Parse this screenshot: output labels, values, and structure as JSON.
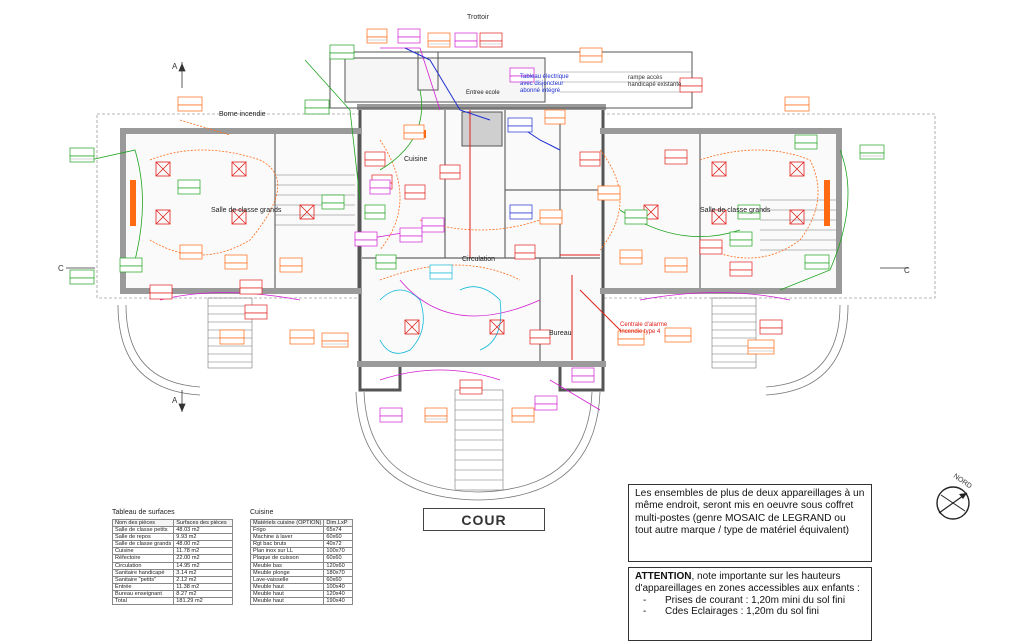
{
  "plan": {
    "street_label": "Trottoir",
    "courtyard_label": "COUR",
    "section_marks": {
      "a": "A",
      "c": "C"
    },
    "north_label": "NORD",
    "rooms": {
      "left_hall": "Salle de classe grands",
      "right_hall": "Salle de classe grands",
      "kitchen": "Cuisine",
      "circulation": "Circulation",
      "office": "Bureau",
      "entrance": "Entree ecole",
      "fire_zone": "Borne incendie"
    },
    "annotations": {
      "ramp": "rampe accès handicapé existante",
      "panel": "Tableau électrique avec disjoncteur abonné intégré",
      "box": "Centrale d'alarme incendie type 4"
    },
    "tag_colors": {
      "orange": "#ff6a13",
      "red": "#e0201b",
      "green": "#1fa31f",
      "magenta": "#d21ed2",
      "blue": "#1f2fd0",
      "cyan": "#14b8d8"
    }
  },
  "surfaces_table": {
    "title": "Tableau de surfaces",
    "headers": [
      "Nom des pièces",
      "Surfaces des pièces"
    ],
    "rows": [
      [
        "Salle de classe petits",
        "48.03 m2"
      ],
      [
        "Salle de repos",
        "9.93 m2"
      ],
      [
        "Salle de classe grands",
        "48.00 m2"
      ],
      [
        "Cuisine",
        "11.78 m2"
      ],
      [
        "Réfectoire",
        "22.00 m2"
      ],
      [
        "Circulation",
        "14.95 m2"
      ],
      [
        "Sanitaire handicapé",
        "3.14 m2"
      ],
      [
        "Sanitaire \"petits\"",
        "2.12 m2"
      ],
      [
        "Entrée",
        "11.38 m2"
      ],
      [
        "Bureau enseignant",
        "8.27 m2"
      ],
      [
        "Total",
        "181.29 m2"
      ]
    ]
  },
  "kitchen_table": {
    "title": "Cuisine",
    "headers": [
      "Matériels cuisine (OPTION)",
      "Dim.LxP"
    ],
    "rows": [
      [
        "Frigo",
        "65x74"
      ],
      [
        "Machine à laver",
        "60x60"
      ],
      [
        "Rgt bac bruts",
        "40x72"
      ],
      [
        "Plan inox sur LL",
        "100x70"
      ],
      [
        "Plaque de cuisson",
        "60x60"
      ],
      [
        "Meuble bas",
        "120x60"
      ],
      [
        "Meuble plonge",
        "180x70"
      ],
      [
        "Lave-vaisselle",
        "60x60"
      ],
      [
        "Meuble haut",
        "100x40"
      ],
      [
        "Meuble haut",
        "120x40"
      ],
      [
        "Meuble haut",
        "190x40"
      ]
    ]
  },
  "notes": {
    "note1": "Les ensembles de plus de deux appareillages à un même endroit, seront mis en oeuvre sous coffret multi-postes (genre MOSAIC de LEGRAND ou tout autre marque / type de matériel équivalent)",
    "note2_title": "ATTENTION",
    "note2_body": ", note importante sur les hauteurs d'appareillages en zones accessibles aux enfants :",
    "items": [
      {
        "dash": "-",
        "label": "Prises de courant : 1,20m mini du sol fini"
      },
      {
        "dash": "-",
        "label": "Cdes Eclairages : 1,20m du sol fini"
      }
    ]
  }
}
